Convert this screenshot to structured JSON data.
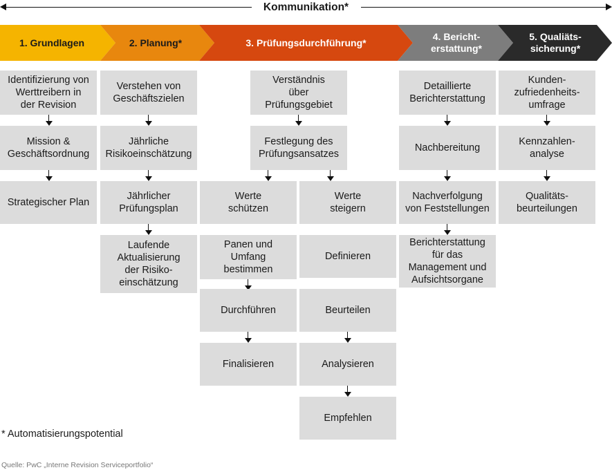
{
  "header": {
    "title": "Kommunikation*"
  },
  "phases": [
    {
      "label": "1. Grundlagen",
      "color": "#f5b400",
      "text_color": "#1a1a1a"
    },
    {
      "label": "2. Planung*",
      "color": "#e8870e",
      "text_color": "#1a1a1a"
    },
    {
      "label": "3. Prüfungsdurchführung*",
      "color": "#d6480f",
      "text_color": "#ffffff"
    },
    {
      "label": "4. Bericht-\nerstattung*",
      "color": "#7d7d7d",
      "text_color": "#ffffff"
    },
    {
      "label": "5. Qualiäts-\nsicherung*",
      "color": "#2a2a2a",
      "text_color": "#ffffff"
    }
  ],
  "columns": {
    "grundlagen": [
      "Identifizierung von\nWerttreibern in\nder Revision",
      "Mission &\nGeschäftsordnung",
      "Strategischer Plan"
    ],
    "planung": [
      "Verstehen von\nGeschäftszielen",
      "Jährliche\nRisikoeinschätzung",
      "Jährlicher\nPrüfungsplan",
      "Laufende\nAktualisierung\nder Risiko-\neinschätzung"
    ],
    "pruefung_top": [
      "Verständnis\nüber\nPrüfungsgebiet",
      "Festlegung des\nPrüfungsansatzes"
    ],
    "pruefung_left": [
      "Werte\nschützen",
      "Panen und\nUmfang\nbestimmen",
      "Durchführen",
      "Finalisieren"
    ],
    "pruefung_right": [
      "Werte\nsteigern",
      "Definieren",
      "Beurteilen",
      "Analysieren",
      "Empfehlen"
    ],
    "bericht": [
      "Detaillierte\nBerichterstattung",
      "Nachbereitung",
      "Nachverfolgung\nvon Feststellungen",
      "Berichterstattung\nfür das\nManagement und\nAufsichtsorgane"
    ],
    "qualitaet": [
      "Kunden-\nzufriedenheits-\numfrage",
      "Kennzahlen-\nanalyse",
      "Qualitäts-\nbeurteilungen"
    ]
  },
  "footnote": "* Automatisierungspotential",
  "source": "Quelle: PwC „Interne Revision Serviceportfolio“"
}
